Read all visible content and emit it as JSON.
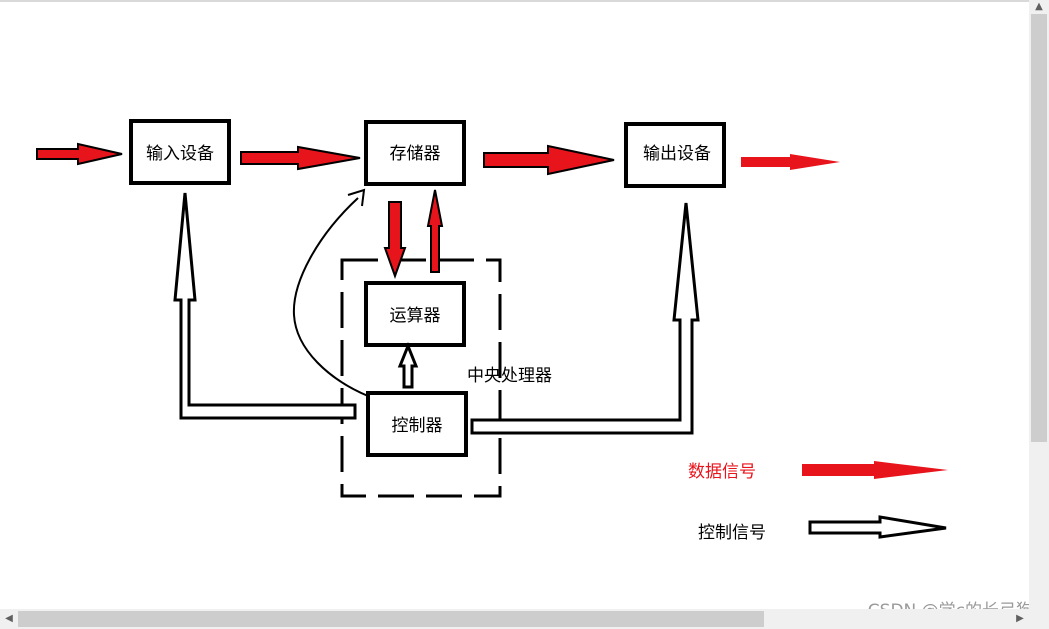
{
  "nodes": {
    "input": "输入设备",
    "memory": "存储器",
    "output": "输出设备",
    "alu": "运算器",
    "control": "控制器",
    "cpu": "中央处理器"
  },
  "legend": {
    "data_signal": "数据信号",
    "control_signal": "控制信号"
  },
  "watermark": "CSDN @学c的长弓狗",
  "colors": {
    "data_arrow": "#e8141c",
    "control_arrow": "#ffffff",
    "outline": "#000000"
  }
}
